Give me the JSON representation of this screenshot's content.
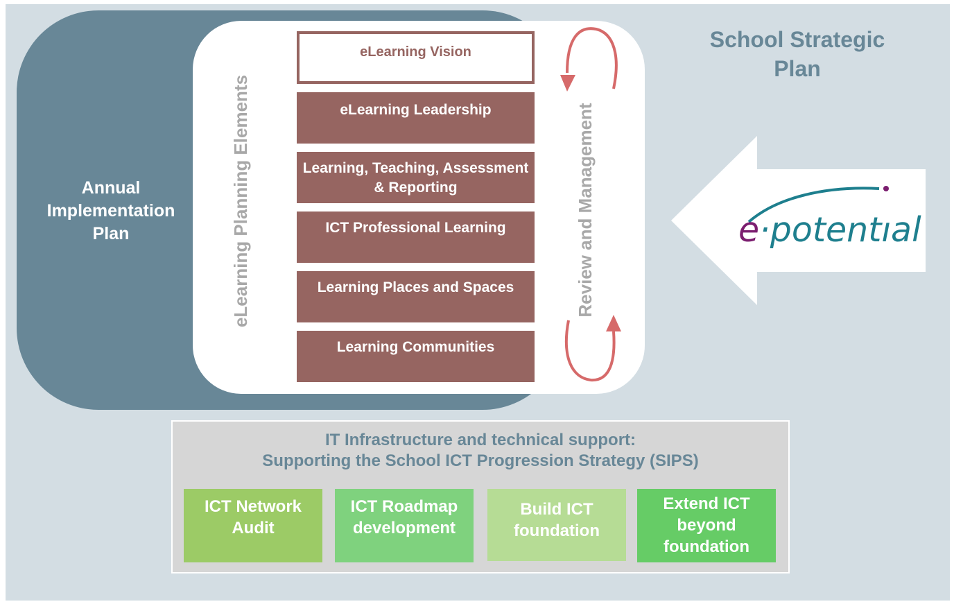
{
  "aip": {
    "line1": "Annual",
    "line2": "Implementation",
    "line3": "Plan"
  },
  "planning_elements_label": "eLearning Planning Elements",
  "review_label": "Review and Management",
  "elements": [
    {
      "label": "eLearning Vision"
    },
    {
      "label": "eLearning Leadership"
    },
    {
      "label": "Learning, Teaching, Assessment & Reporting"
    },
    {
      "label": "ICT Professional Learning"
    },
    {
      "label": "Learning Places and Spaces"
    },
    {
      "label": "Learning Communities"
    }
  ],
  "ssp": {
    "line1": "School Strategic",
    "line2": "Plan"
  },
  "logo": {
    "e": "e",
    "rest": "·potentıal"
  },
  "it": {
    "line1": "IT Infrastructure and technical support:",
    "line2": "Supporting the School ICT Progression Strategy (SIPS)"
  },
  "steps": [
    {
      "line1": "ICT Network",
      "line2": "Audit",
      "line3": ""
    },
    {
      "line1": "ICT Roadmap",
      "line2": "development",
      "line3": ""
    },
    {
      "line1": "Build ICT",
      "line2": "foundation",
      "line3": ""
    },
    {
      "line1": "Extend ICT",
      "line2": "beyond",
      "line3": "foundation"
    }
  ],
  "colors": {
    "background": "#d3dde3",
    "aip_panel": "#688797",
    "element_fill": "#966561",
    "cycle_arrow": "#d66a6a",
    "title_text": "#688797",
    "vertical_text": "#a8a8a8"
  }
}
